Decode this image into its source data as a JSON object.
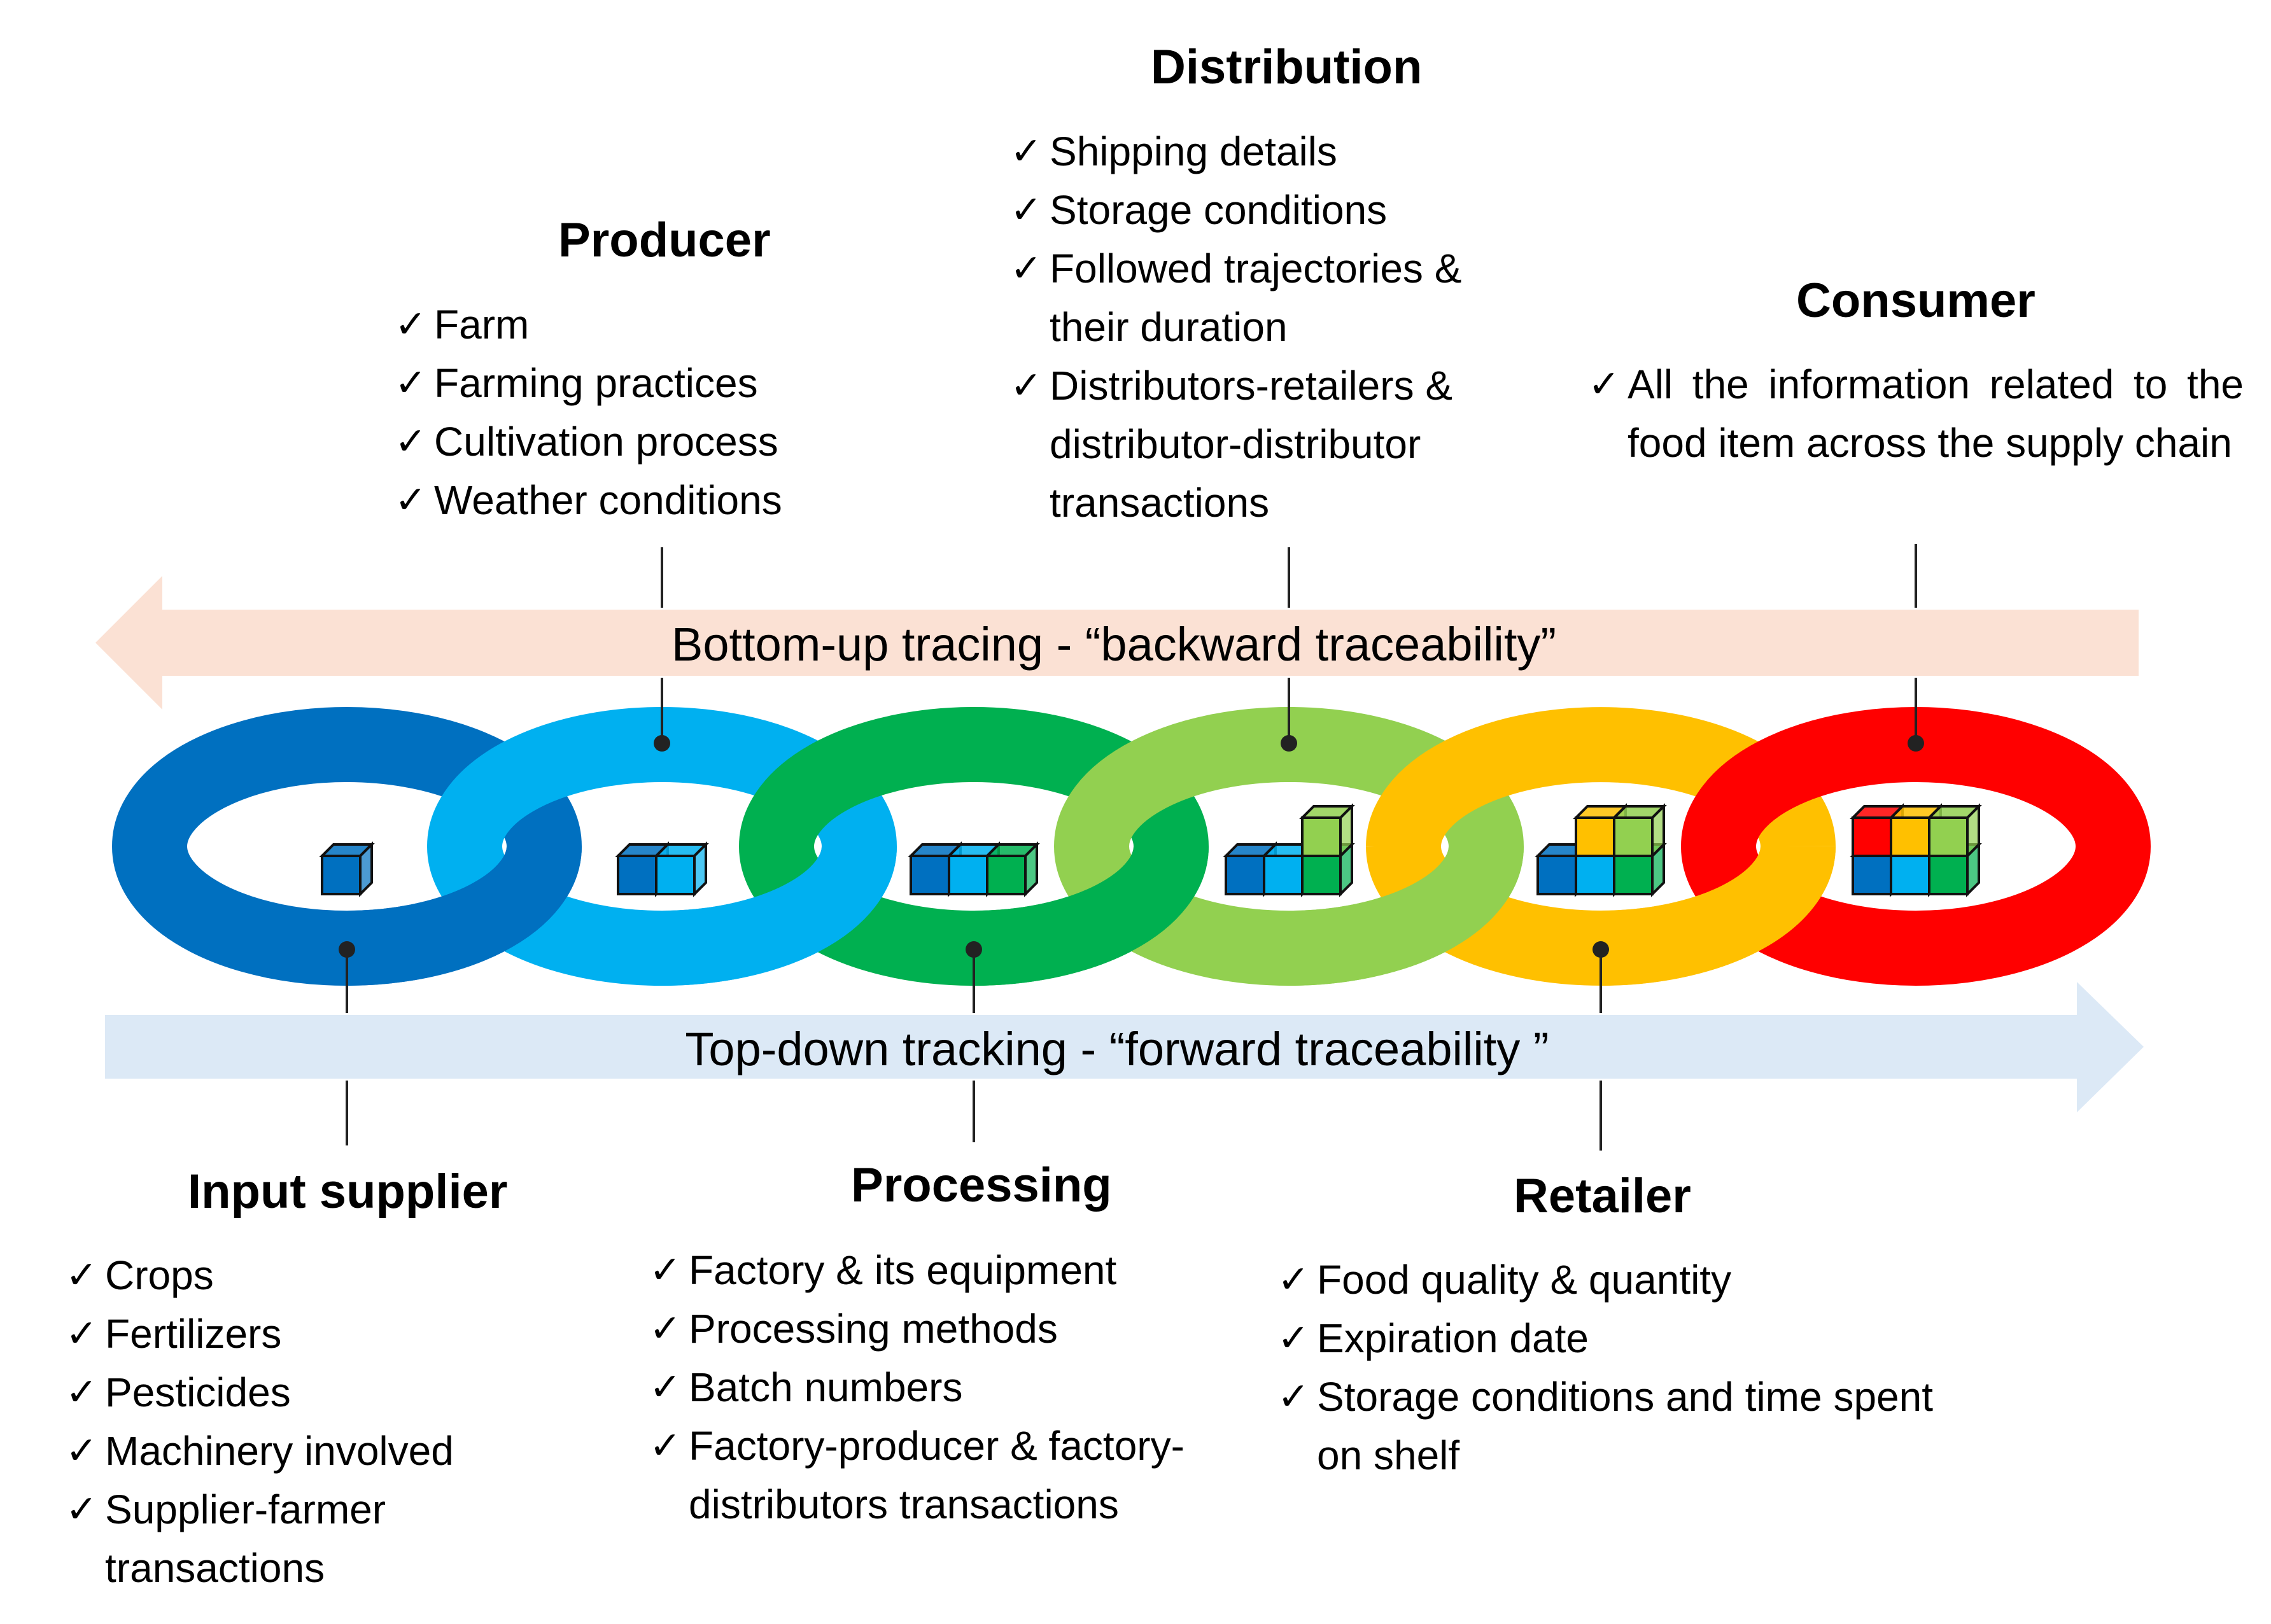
{
  "backward_arrow": {
    "label": "Bottom-up tracing - “backward traceability”",
    "color": "#fbe1d4"
  },
  "forward_arrow": {
    "label": "Top-down tracking - “forward traceability ”",
    "color": "#dce9f6"
  },
  "stages": [
    {
      "id": "input-supplier",
      "title": "Input supplier",
      "ring_color": "#0070c0",
      "items": [
        "Crops",
        "Fertilizers",
        "Pesticides",
        "Machinery involved",
        "Supplier-farmer transactions"
      ]
    },
    {
      "id": "producer",
      "title": "Producer",
      "ring_color": "#00b0f0",
      "items": [
        "Farm",
        "Farming practices",
        "Cultivation process",
        "Weather conditions"
      ]
    },
    {
      "id": "processing",
      "title": "Processing",
      "ring_color": "#00b050",
      "items": [
        "Factory & its equipment",
        "Processing methods",
        "Batch numbers",
        "Factory-producer & factory-distributors transactions"
      ]
    },
    {
      "id": "distribution",
      "title": "Distribution",
      "ring_color": "#92d050",
      "items": [
        "Shipping details",
        "Storage conditions",
        "Followed trajectories & their duration",
        "Distributors-retailers & distributor-distributor transactions"
      ]
    },
    {
      "id": "retailer",
      "title": "Retailer",
      "ring_color": "#ffc000",
      "items": [
        "Food quality & quantity",
        "Expiration date",
        "Storage conditions and time spent on shelf"
      ]
    },
    {
      "id": "consumer",
      "title": "Consumer",
      "ring_color": "#ff0000",
      "items": [
        "All the information related to the food item across the supply chain"
      ]
    }
  ],
  "check_glyph": "✓",
  "cube_colors": {
    "blue": "#0070c0",
    "cyan": "#00b0f0",
    "green": "#00b050",
    "light_green": "#92d050",
    "yellow": "#ffc000",
    "red": "#ff0000"
  }
}
